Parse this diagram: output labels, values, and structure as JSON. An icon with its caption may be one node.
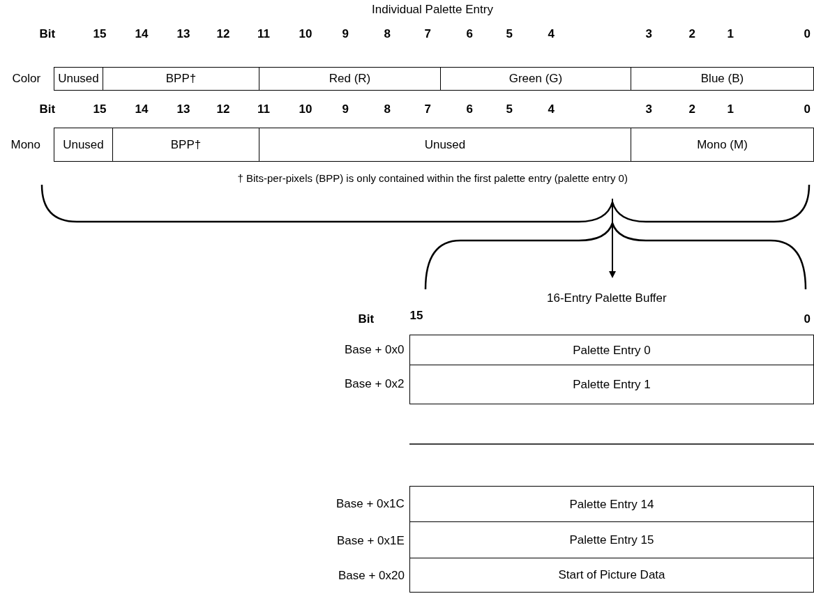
{
  "diagram": {
    "nodes": [
      {
        "text": [
          "Unused"
        ]
      },
      {
        "text": [
          "BPP†"
        ]
      },
      {
        "text": [
          "Red (R)"
        ]
      },
      {
        "text": [
          "Green (G)"
        ]
      },
      {
        "text": [
          "Blue (B)"
        ]
      },
      {
        "text": [
          "Unused"
        ]
      },
      {
        "text": [
          "BPP†"
        ]
      },
      {
        "text": [
          "Unused"
        ]
      },
      {
        "text": [
          "Mono (M)"
        ]
      },
      {
        "text": [
          "Palette Entry 0"
        ]
      },
      {
        "text": [
          "Palette Entry 1"
        ]
      },
      {
        "text": [
          "Palette Entry 14"
        ]
      },
      {
        "text": [
          "Palette Entry 15"
        ]
      },
      {
        "text": [
          "Start of Picture Data"
        ]
      }
    ],
    "edges": [],
    "labels": [
      "Individual Palette Entry",
      "Bit",
      "15",
      "14",
      "13",
      "12",
      "11",
      "10",
      "9",
      "8",
      "7",
      "6",
      "5",
      "4",
      "3",
      "2",
      "1",
      "0",
      "Color",
      "Bit",
      "15",
      "14",
      "13",
      "12",
      "11",
      "10",
      "9",
      "8",
      "7",
      "6",
      "5",
      "4",
      "3",
      "2",
      "1",
      "0",
      "Mono",
      "† Bits-per-pixels (BPP) is only contained within the first palette entry (palette entry 0)",
      "16-Entry Palette Buffer",
      "Bit",
      "15",
      "0",
      "Base + 0x0",
      "Base + 0x2",
      "Base + 0x1C",
      "Base + 0x1E",
      "Base + 0x20"
    ]
  }
}
